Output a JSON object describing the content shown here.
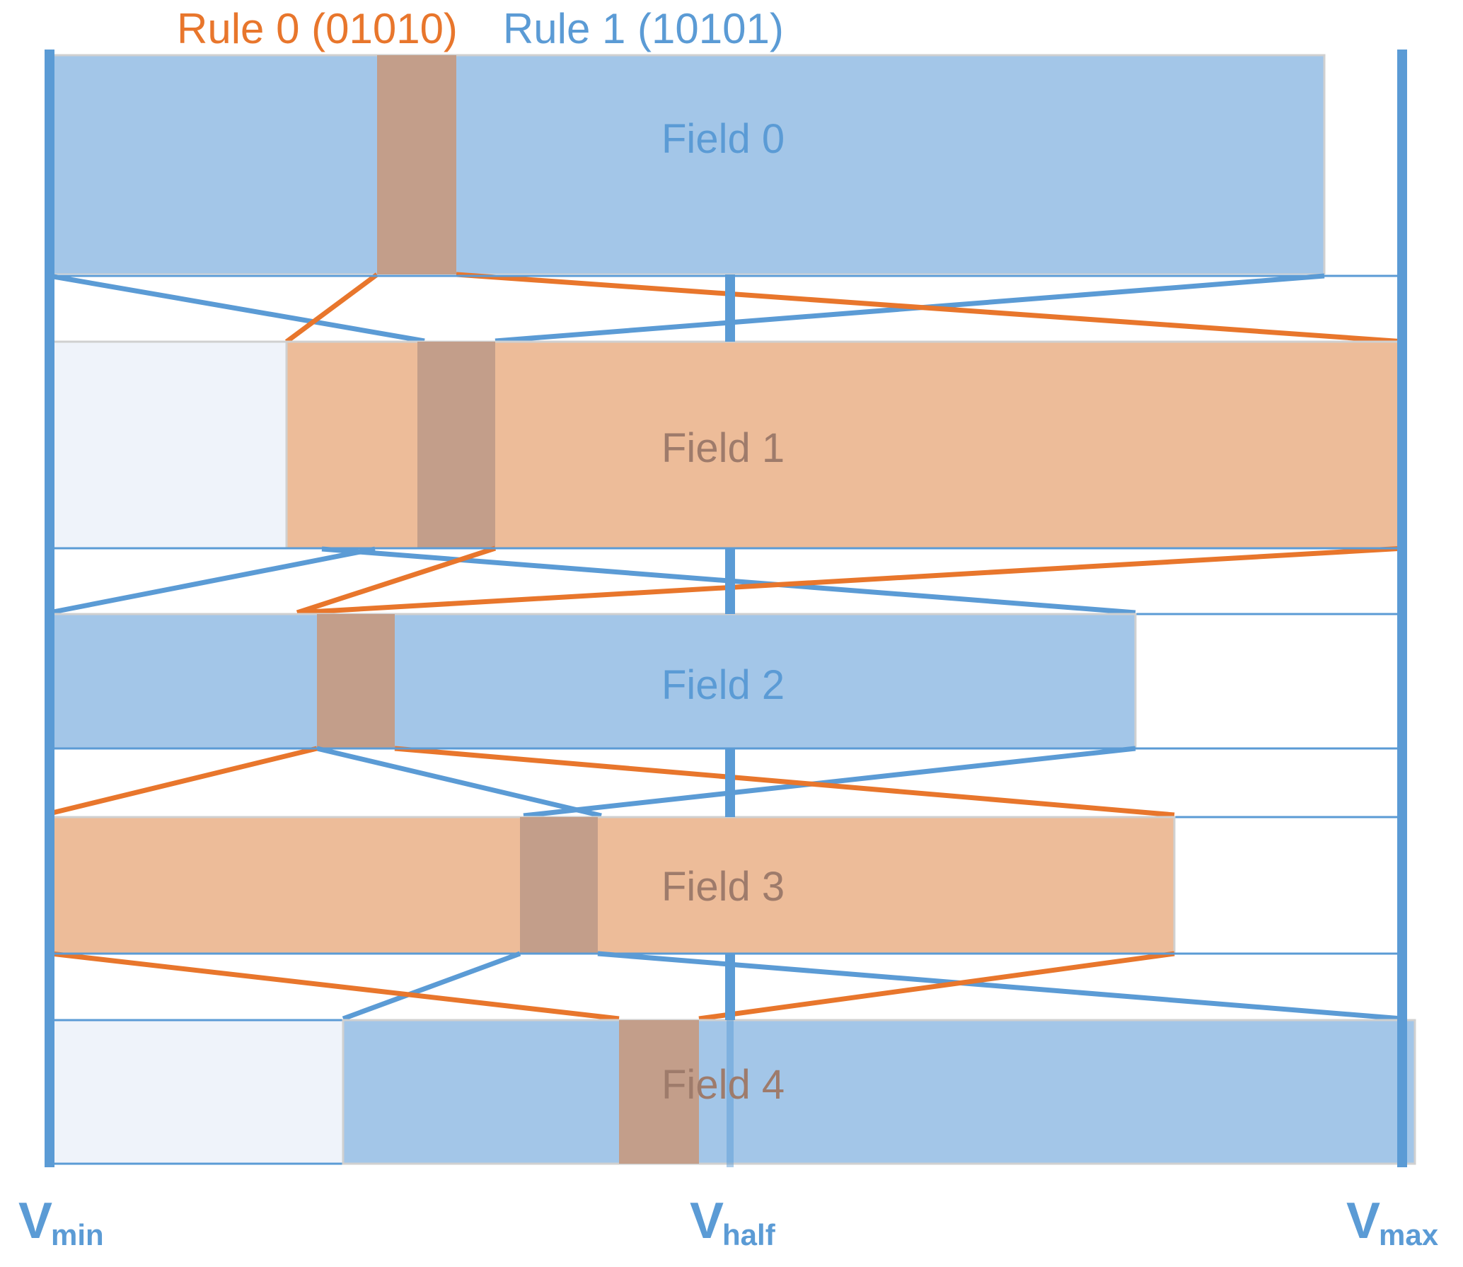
{
  "legend": {
    "rule0_label": "Rule 0  (01010)",
    "rule1_label": "Rule 1 (10101)",
    "rule0_color": "#E8762C",
    "rule1_color": "#5B9BD5"
  },
  "axis": {
    "vmin": {
      "base": "V",
      "sub": "min"
    },
    "vhalf": {
      "base": "V",
      "sub": "half"
    },
    "vmax": {
      "base": "V",
      "sub": "max"
    }
  },
  "colors": {
    "blue_fill": "#A3C6E8",
    "orange_fill": "#EDBC99",
    "overlap_fill": "#C39E8A",
    "pale_fill": "#EFF3FA",
    "blue_line": "#5B9BD5",
    "orange_line": "#E8762C",
    "axis_line": "#5B9BD5"
  },
  "chart_data": {
    "type": "bar",
    "title": "Rule 0 (01010) / Rule 1 (10101) field partition",
    "xlabel": "",
    "ylabel": "",
    "x_tick_labels": [
      "Vmin",
      "Vhalf",
      "Vmax"
    ],
    "x_tick_positions": [
      70,
      1000,
      1985
    ],
    "xlim": [
      70,
      1985
    ],
    "grid": false,
    "legend_position": "top",
    "series": [
      {
        "name": "Rule 0 (01010)",
        "color": "#E8762C",
        "bits": [
          0,
          1,
          0,
          1,
          0
        ]
      },
      {
        "name": "Rule 1 (10101)",
        "color": "#5B9BD5",
        "bits": [
          1,
          0,
          1,
          0,
          1
        ]
      }
    ],
    "fields": [
      {
        "label": "Field 0",
        "label_color": "#5B9BD5",
        "kind": "blue",
        "bar_start": 70,
        "bar_end": 1872,
        "pale_start": null,
        "pale_end": null,
        "overlap_start": 533,
        "overlap_end": 645,
        "row_top": 78,
        "row_bottom": 388
      },
      {
        "label": "Field 1",
        "label_color": "#9E7B6B",
        "kind": "orange",
        "bar_start": 405,
        "bar_end": 1985,
        "pale_start": 70,
        "pale_end": 405,
        "overlap_start": 590,
        "overlap_end": 700,
        "row_top": 483,
        "row_bottom": 775
      },
      {
        "label": "Field 2",
        "label_color": "#5B9BD5",
        "kind": "blue",
        "bar_start": 70,
        "bar_end": 1605,
        "pale_start": null,
        "pale_end": null,
        "overlap_start": 448,
        "overlap_end": 558,
        "row_top": 868,
        "row_bottom": 1058
      },
      {
        "label": "Field 3",
        "label_color": "#9E7B6B",
        "kind": "orange",
        "bar_start": 72,
        "bar_end": 1660,
        "pale_start": null,
        "pale_end": null,
        "overlap_start": 735,
        "overlap_end": 845,
        "row_top": 1155,
        "row_bottom": 1348
      },
      {
        "label": "Field 4",
        "label_color": "#9E7B6B",
        "kind": "blue",
        "bar_start": 485,
        "bar_end": 2000,
        "pale_start": 72,
        "pale_end": 485,
        "overlap_start": 875,
        "overlap_end": 988,
        "row_top": 1442,
        "row_bottom": 1645
      }
    ]
  }
}
